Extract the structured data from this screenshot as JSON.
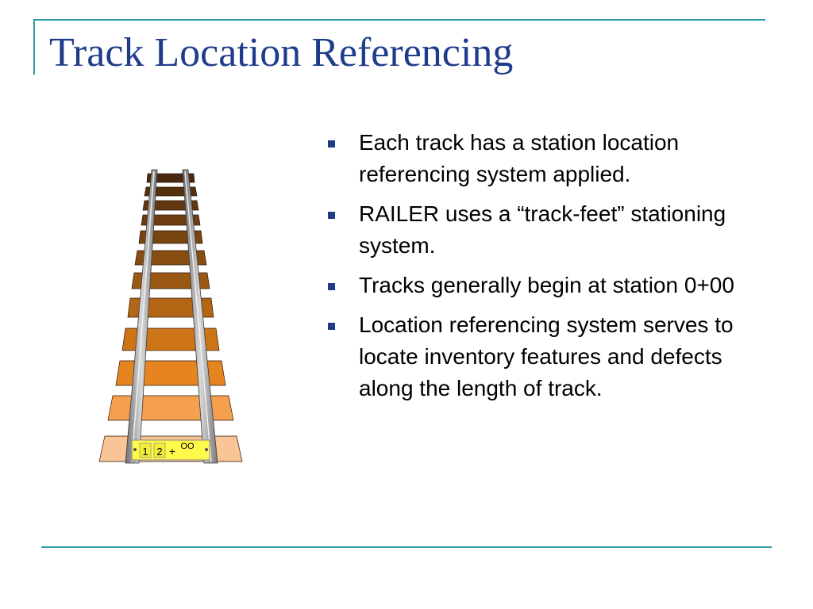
{
  "slide": {
    "title": "Track Location Referencing",
    "accent_color": "#2f9aa8",
    "title_color": "#1f3b8c",
    "bullets": [
      {
        "text": "Each track has a station location referencing system applied."
      },
      {
        "text": "RAILER uses a “track-feet” stationing system."
      },
      {
        "text": "Tracks generally begin at station 0+00"
      },
      {
        "text": "Location referencing system serves to locate inventory features and defects along the length of track."
      }
    ]
  },
  "illustration": {
    "icon": "railroad-track-icon",
    "station_marker": {
      "digits": [
        "1",
        "2"
      ],
      "plus": "+",
      "suffix": "OO"
    }
  }
}
